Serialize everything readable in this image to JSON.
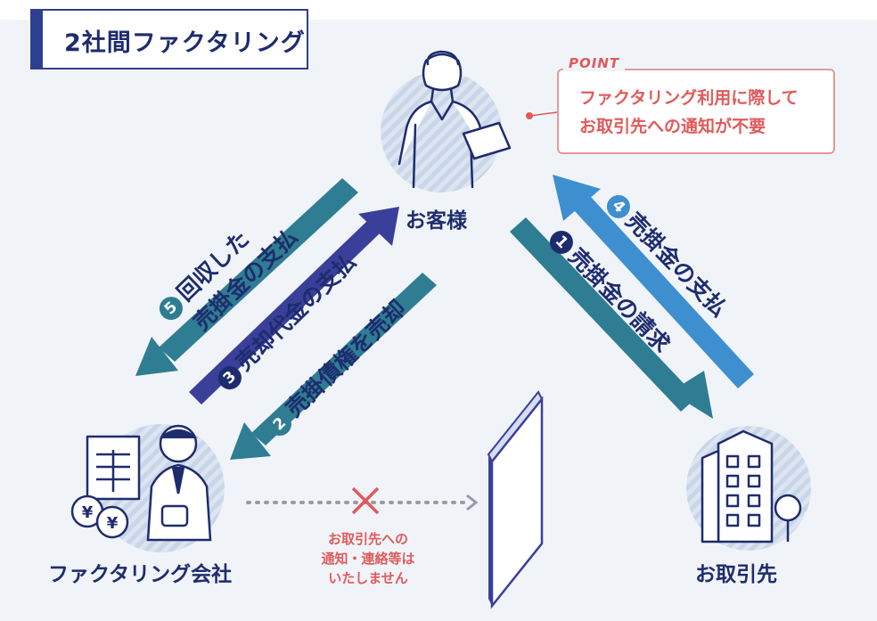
{
  "title": "2社間ファクタリング",
  "nodes": {
    "customer": "お客様",
    "factoring_company": "ファクタリング会社",
    "client": "お取引先"
  },
  "point": {
    "tag": "POINT",
    "line1": "ファクタリング利用に際して",
    "line2": "お取引先への通知が不要"
  },
  "note": {
    "line1": "お取引先への",
    "line2": "通知・連絡等は",
    "line3": "いたしません"
  },
  "steps": [
    {
      "num": "1",
      "label": "売掛金の請求"
    },
    {
      "num": "2",
      "label": "売掛債権を売却"
    },
    {
      "num": "3",
      "label": "売却代金の支払"
    },
    {
      "num": "4",
      "label": "売掛金の支払"
    },
    {
      "num": "5",
      "line1": "回収した",
      "line2": "売掛金の支払"
    }
  ],
  "colors": {
    "navy": "#1e2c6e",
    "teal": "#2f7d92",
    "blue": "#3d8fd0",
    "indigo": "#3a3f9a",
    "red": "#e05a5a"
  }
}
